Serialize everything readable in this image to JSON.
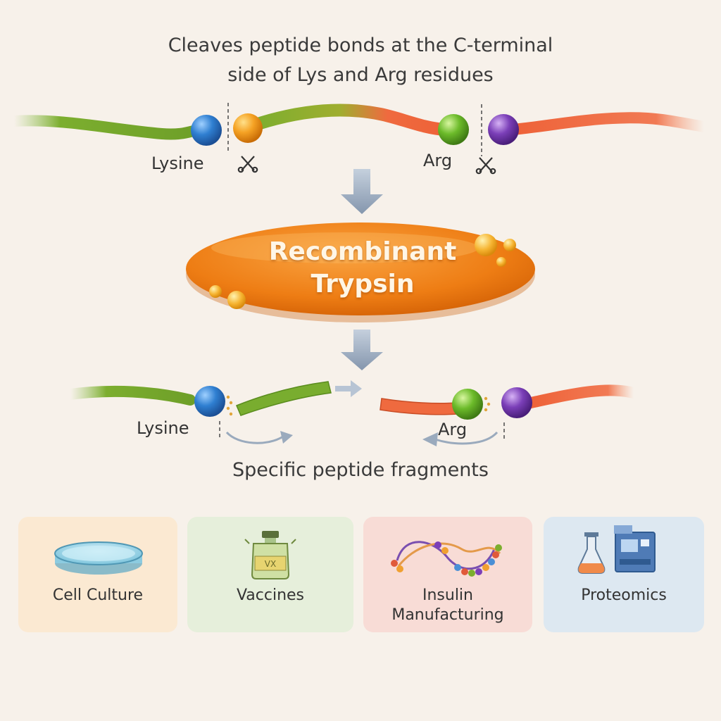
{
  "caption_top": "Cleaves peptide bonds at the C-terminal\nside of Lys and Arg residues",
  "chain_top": {
    "lysine_label": "Lysine",
    "arg_label": "Arg"
  },
  "enzyme": {
    "label": "Recombinant\nTrypsin"
  },
  "chain_bottom": {
    "lysine_label": "Lysine",
    "arg_label": "Arg"
  },
  "caption_fragments": "Specific peptide fragments",
  "applications": [
    {
      "label": "Cell Culture",
      "icon": "petri-dish-icon",
      "color": "#fbe9d2"
    },
    {
      "label": "Vaccines",
      "icon": "vaccine-vial-icon",
      "color": "#e6efdb",
      "vial_text": "VX"
    },
    {
      "label": "Insulin\nManufacturing",
      "icon": "peptide-chain-icon",
      "color": "#f8dcd6"
    },
    {
      "label": "Proteomics",
      "icon": "lab-instrument-icon",
      "color": "#dde8f1"
    }
  ],
  "colors": {
    "green": "#7cae2f",
    "red": "#ef6a3f",
    "orange": "#f08a1c",
    "lysine_blue": "#2f7fd1",
    "arg_green": "#6cbb2a",
    "purple": "#7b3fb8",
    "arrow": "#8fa1b8"
  }
}
